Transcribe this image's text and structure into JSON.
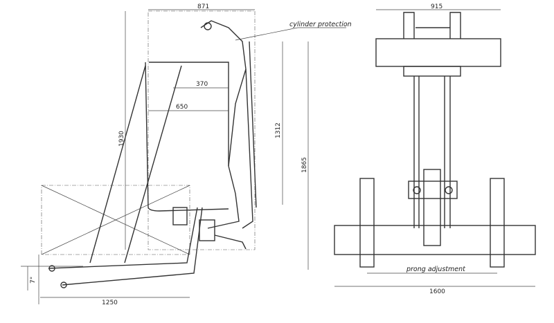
{
  "labels": {
    "cylinder_protection": "cylinder protection",
    "prong_adjustment": "prong adjustment"
  },
  "dimensions": {
    "top_width_side": "871",
    "inner_370": "370",
    "inner_650": "650",
    "height_1930": "1930",
    "height_1312": "1312",
    "height_1865": "1865",
    "angle": "7°",
    "length_1250": "1250",
    "top_width_front": "915",
    "base_width_front": "1600"
  }
}
